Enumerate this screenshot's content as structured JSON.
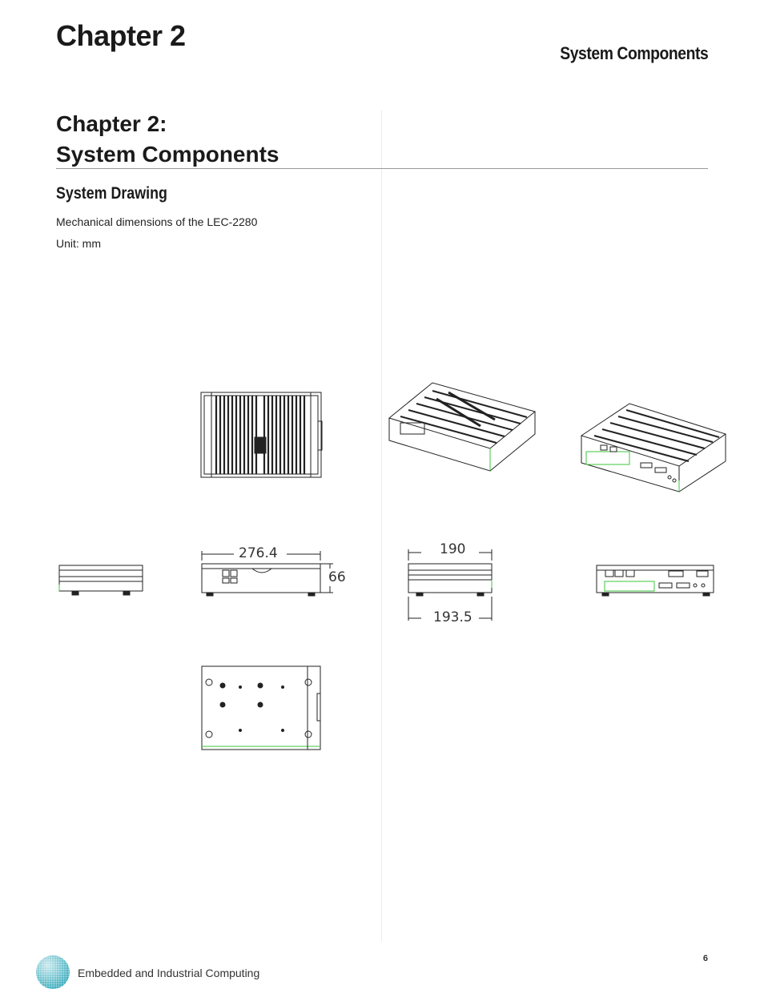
{
  "header": {
    "chapter": "Chapter 2",
    "section": "System Components"
  },
  "title": {
    "line1": "Chapter 2:",
    "line2": "System Components"
  },
  "subheading": "System Drawing",
  "description": "Mechanical dimensions of the LEC-2280",
  "unit": "Unit: mm",
  "dimensions": {
    "front_width": "276.4",
    "height": "66",
    "side_top": "190",
    "side_bottom": "193.5"
  },
  "footer": {
    "text": "Embedded and Industrial Computing",
    "page": "6"
  },
  "colors": {
    "line": "#222222",
    "accent": "#3cc63c",
    "logo": "#2fa7b8"
  }
}
